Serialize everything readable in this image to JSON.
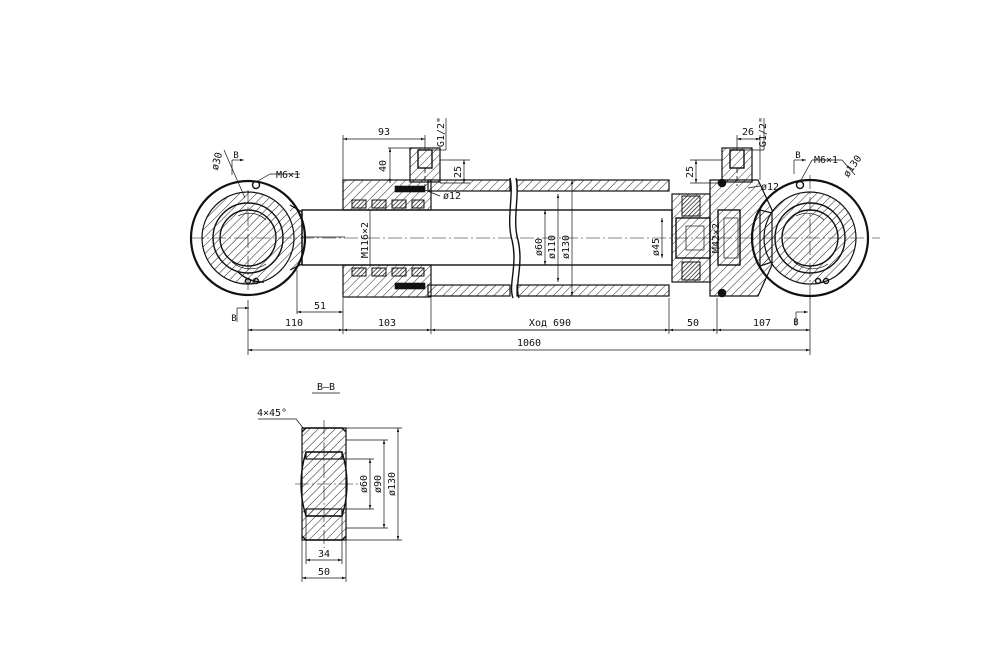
{
  "dimensions": {
    "d_110_left": "110",
    "d_103": "103",
    "d_stroke": "Ход 690",
    "d_50_rod_end": "50",
    "d_107": "107",
    "d_1060": "1060",
    "d_51": "51",
    "d_93": "93",
    "d_40": "40",
    "d_25_left": "25",
    "d_25_right": "25",
    "d_26": "26",
    "d_g12_left": "G1/2\"",
    "d_g12_right": "G1/2\"",
    "d_phi12_left": "ø12",
    "d_phi12_right": "ø12",
    "d_phi30": "ø30",
    "d_phi130_eye": "ø130",
    "d_m6_left": "M6×1",
    "d_m6_right": "M6×1",
    "d_m116": "M116×2",
    "d_phi60": "ø60",
    "d_phi110": "ø110",
    "d_phi130_tube": "ø130",
    "d_phi45": "ø45",
    "d_m42": "M42×2",
    "section_mark": "В",
    "section_title": "В–В",
    "d_chamfer": "4×45°",
    "d_sec_phi60": "ø60",
    "d_sec_phi90": "ø90",
    "d_sec_phi130": "ø130",
    "d_sec_34": "34",
    "d_sec_50": "50"
  }
}
